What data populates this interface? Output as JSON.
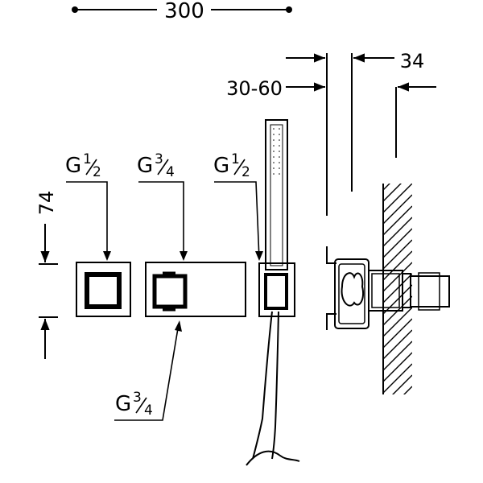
{
  "dimensions": {
    "width": "300",
    "depth_range": "30-60",
    "depth": "34",
    "height": "74"
  },
  "thread_labels": {
    "left_diverter": {
      "g": "G",
      "num": "1",
      "den": "2"
    },
    "thermostat": {
      "g": "G",
      "num": "3",
      "den": "4"
    },
    "hand_shower_outlet": {
      "g": "G",
      "num": "1",
      "den": "2"
    },
    "bottom_outlet": {
      "g": "G",
      "num": "3",
      "den": "4"
    }
  },
  "colors": {
    "line": "#000000",
    "background": "#ffffff"
  }
}
